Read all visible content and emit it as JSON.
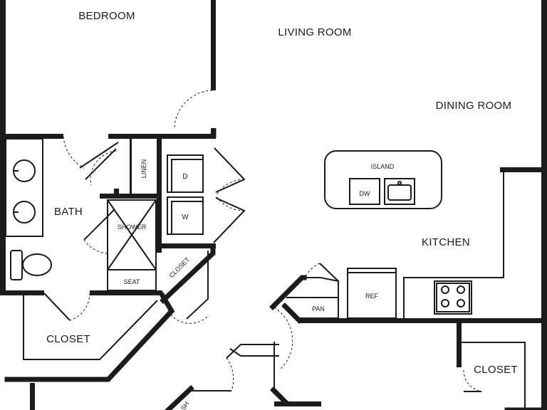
{
  "rooms": {
    "bedroom": "BEDROOM",
    "living_room": "LIVING ROOM",
    "dining_room": "DINING ROOM",
    "bath": "BATH",
    "kitchen": "KITCHEN",
    "closet_left": "CLOSET",
    "closet_right": "CLOSET"
  },
  "fixtures": {
    "linen": "LINEN",
    "dryer": "D",
    "washer": "W",
    "shower": "SHOWER",
    "seat": "SEAT",
    "closet_diagonal": "CLOSET",
    "island": "ISLAND",
    "dishwasher": "DW",
    "refrigerator": "REF",
    "pantry": "PAN",
    "shelf_partial": "SH"
  }
}
